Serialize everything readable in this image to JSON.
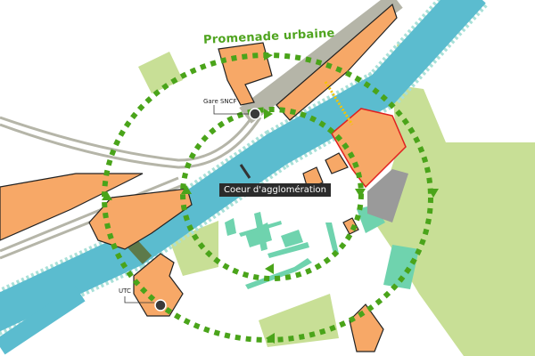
{
  "labels": {
    "promenade": "Promenade urbaine",
    "gare": "Gare SNCF",
    "utc": "UTC",
    "coeur": "Coeur d'agglomération"
  },
  "colors": {
    "river": "#5bbccf",
    "building": "#f7a867",
    "park": "#c8df96",
    "campus": "#6fd3ae",
    "rail": "#b5b5a8",
    "promenade": "#4aa41a",
    "highlight": "#e02020",
    "arrow": "#f5c400",
    "label_bg": "#2b2b2b"
  }
}
